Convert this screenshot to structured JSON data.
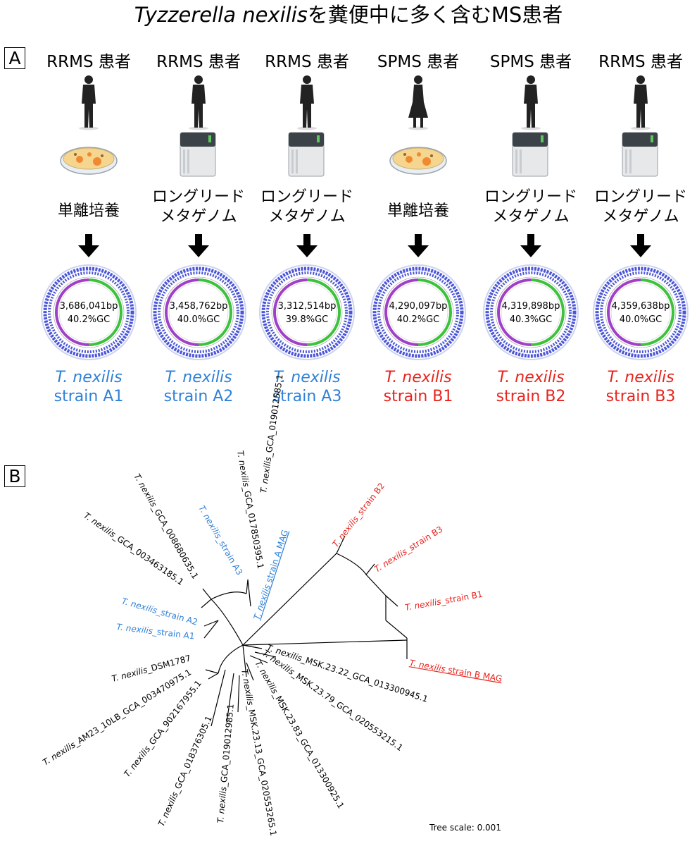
{
  "title": {
    "italic": "Tyzzerella nexilis",
    "rest": "を糞便中に多く含むMS患者"
  },
  "panelA": {
    "label": "A",
    "columns": [
      {
        "patient": "RRMS 患者",
        "method_lines": [
          "単離培養"
        ],
        "method_type": "culture",
        "bp": "3,686,041bp",
        "gc": "40.2%GC",
        "species": "T. nexilis",
        "strain": "strain A1",
        "color": "blue"
      },
      {
        "patient": "RRMS 患者",
        "method_lines": [
          "ロングリード",
          "メタゲノム"
        ],
        "method_type": "sequencer",
        "bp": "3,458,762bp",
        "gc": "40.0%GC",
        "species": "T. nexilis",
        "strain": "strain A2",
        "color": "blue"
      },
      {
        "patient": "RRMS 患者",
        "method_lines": [
          "ロングリード",
          "メタゲノム"
        ],
        "method_type": "sequencer",
        "bp": "3,312,514bp",
        "gc": "39.8%GC",
        "species": "T. nexilis",
        "strain": "strain A3",
        "color": "blue"
      },
      {
        "patient": "SPMS 患者",
        "method_lines": [
          "単離培養"
        ],
        "method_type": "culture",
        "bp": "4,290,097bp",
        "gc": "40.2%GC",
        "species": "T. nexilis",
        "strain": "strain B1",
        "color": "red"
      },
      {
        "patient": "SPMS 患者",
        "method_lines": [
          "ロングリード",
          "メタゲノム"
        ],
        "method_type": "sequencer",
        "bp": "4,319,898bp",
        "gc": "40.3%GC",
        "species": "T. nexilis",
        "strain": "strain B2",
        "color": "red"
      },
      {
        "patient": "RRMS 患者",
        "method_lines": [
          "ロングリード",
          "メタゲノム"
        ],
        "method_type": "sequencer",
        "bp": "4,359,638bp",
        "gc": "40.0%GC",
        "species": "T. nexilis",
        "strain": "strain B3",
        "color": "red"
      }
    ]
  },
  "panelB": {
    "label": "B",
    "tree_scale": "Tree scale: 0.001",
    "leaves": [
      {
        "species": "T. nexilis",
        "suffix": "_GCA_017850395.1",
        "color": "black"
      },
      {
        "species": "T. nexilis",
        "suffix": "_GCA_019012585.1",
        "color": "black"
      },
      {
        "species": "T. nexilis",
        "suffix": "_GCA_008680635.1",
        "color": "black"
      },
      {
        "species": "T. nexilis",
        "suffix": "_strain A3",
        "color": "blue"
      },
      {
        "species": "T. nexilis",
        "suffix": " strain A MAG",
        "color": "blue",
        "underline": true
      },
      {
        "species": "T. nexilis",
        "suffix": "_GCA_003463185.1",
        "color": "black"
      },
      {
        "species": "T. nexilis",
        "suffix": "_strain A2",
        "color": "blue"
      },
      {
        "species": "T. nexilis",
        "suffix": "_strain A1",
        "color": "blue"
      },
      {
        "species": "T. nexilis",
        "suffix": "_DSM1787",
        "color": "black"
      },
      {
        "species": "T. nexilis",
        "suffix": "_AM23_10LB_GCA_003470975.1",
        "color": "black"
      },
      {
        "species": "T. nexilis",
        "suffix": "_GCA_902167955.1",
        "color": "black"
      },
      {
        "species": "T. nexilis",
        "suffix": "_GCA_018376305.1",
        "color": "black"
      },
      {
        "species": "T. nexilis",
        "suffix": "_GCA_019012985.1",
        "color": "black"
      },
      {
        "species": "T. nexilis",
        "suffix": "_MSK.23.13_GCA_020553265.1",
        "color": "black"
      },
      {
        "species": "T. nexilis",
        "suffix": "_MSK.23.83_GCA_013300925.1",
        "color": "black"
      },
      {
        "species": "T. nexilis",
        "suffix": "_MSK.23.79_GCA_020553215.1",
        "color": "black"
      },
      {
        "species": "T. nexilis",
        "suffix": "_MSK.23.22_GCA_013300945.1",
        "color": "black"
      },
      {
        "species": "T. nexilis",
        "suffix": "_strain B2",
        "color": "red"
      },
      {
        "species": "T. nexilis",
        "suffix": "_strain B3",
        "color": "red"
      },
      {
        "species": "T. nexilis",
        "suffix": "_strain B1",
        "color": "red"
      },
      {
        "species": "T. nexilis",
        "suffix": " strain B MAG",
        "color": "red",
        "underline": true
      }
    ]
  },
  "colors": {
    "blue": "#2f80d8",
    "red": "#e8231d",
    "black": "#000000",
    "green": "#3cc23c",
    "purple": "#a040c8",
    "ring": "#4a55d8"
  },
  "icons": {
    "patient": "person-silhouette-icon",
    "culture": "petri-dish-icon",
    "sequencer": "sequencer-icon",
    "arrow": "down-arrow-icon",
    "genome": "circular-genome-map-icon"
  }
}
